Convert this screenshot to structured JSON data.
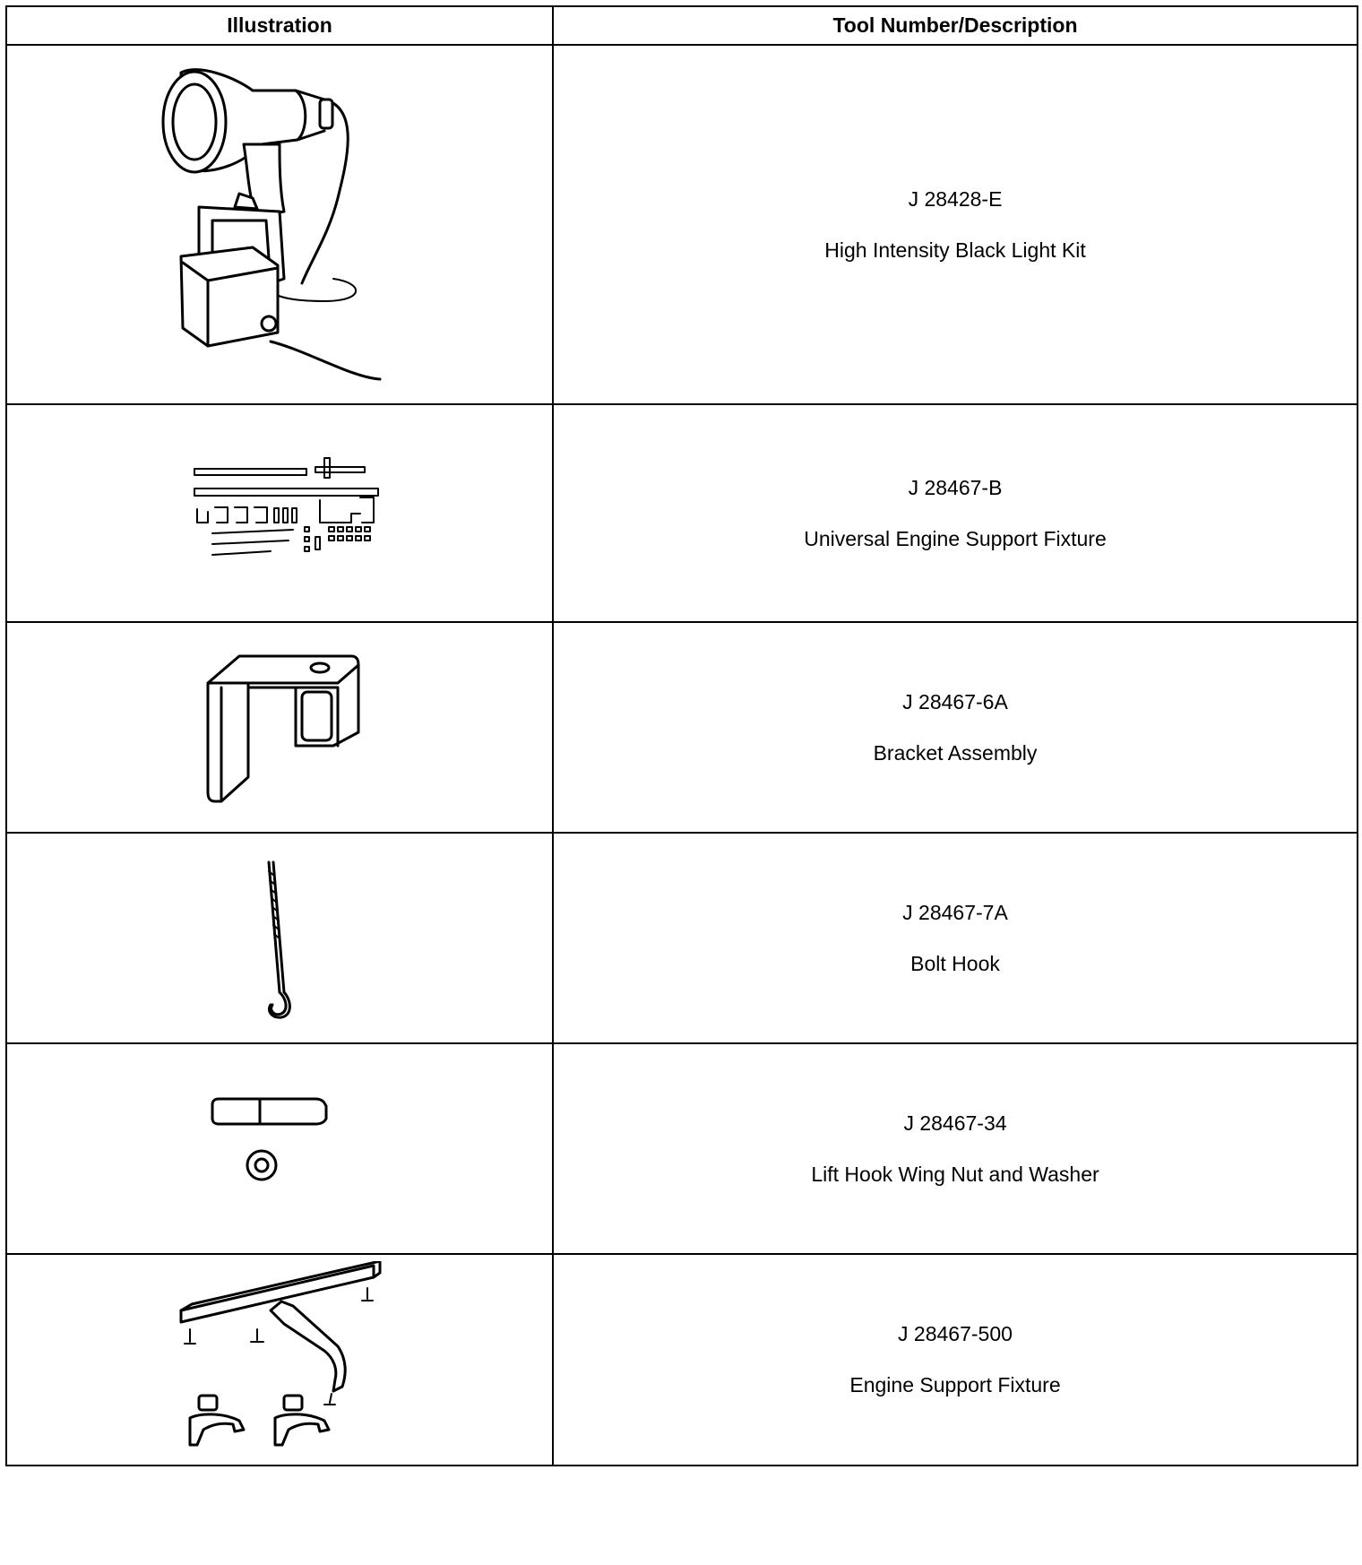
{
  "header": {
    "illustration": "Illustration",
    "tool": "Tool Number/Description"
  },
  "rows": [
    {
      "number": "J 28428-E",
      "description": "High Intensity Black Light Kit",
      "icon": "black-light-kit-illustration"
    },
    {
      "number": "J 28467-B",
      "description": "Universal Engine Support Fixture",
      "icon": "universal-engine-support-fixture-illustration"
    },
    {
      "number": "J 28467-6A",
      "description": "Bracket Assembly",
      "icon": "bracket-assembly-illustration"
    },
    {
      "number": "J 28467-7A",
      "description": "Bolt Hook",
      "icon": "bolt-hook-illustration"
    },
    {
      "number": "J 28467-34",
      "description": "Lift Hook Wing Nut and Washer",
      "icon": "wing-nut-washer-illustration"
    },
    {
      "number": "J 28467-500",
      "description": "Engine Support Fixture",
      "icon": "engine-support-fixture-illustration"
    }
  ]
}
